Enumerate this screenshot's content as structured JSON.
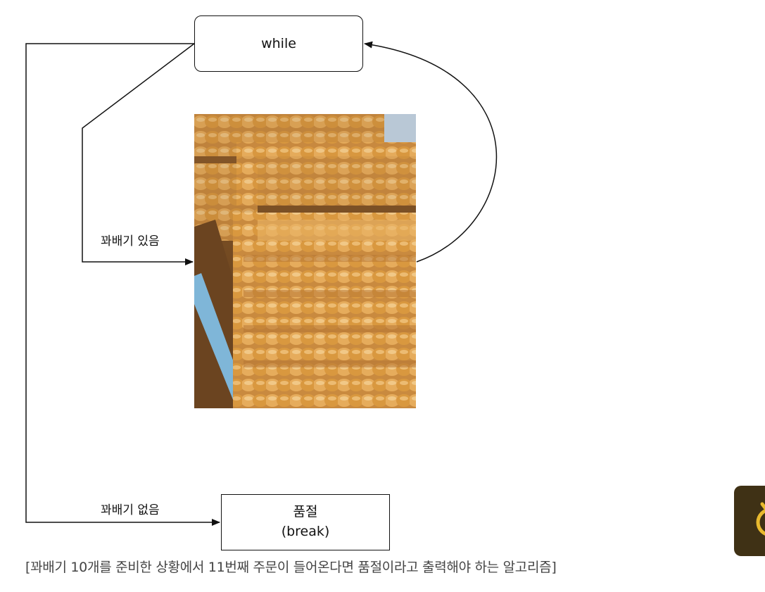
{
  "nodes": {
    "loop": "while",
    "sold_out_line1": "품절",
    "sold_out_line2": "(break)"
  },
  "edges": {
    "has_pastry": "꽈배기 있음",
    "no_pastry": "꽈배기 없음"
  },
  "photo": {
    "subject": "twisted-donut-stack-photo"
  },
  "caption": "[꽈배기 10개를 준비한 상황에서 11번째 주문이 들어온다면 품절이라고 출력해야 하는 알고리즘]",
  "colors": {
    "line": "#111111",
    "caption": "#444444",
    "badge_bg": "#3f3115",
    "badge_ring": "#e8b92e"
  }
}
